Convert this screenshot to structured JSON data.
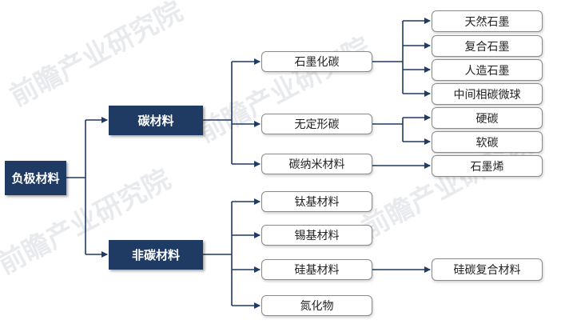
{
  "root": "负极材料",
  "level1": {
    "carbon": "碳材料",
    "non_carbon": "非碳材料"
  },
  "carbon_children": {
    "graphitized": "石墨化碳",
    "amorphous": "无定形碳",
    "nano": "碳纳米材料"
  },
  "graphite_types": [
    "天然石墨",
    "复合石墨",
    "人造石墨",
    "中间相碳微球"
  ],
  "amorphous_types": [
    "硬碳",
    "软碳"
  ],
  "nano_types": [
    "石墨烯"
  ],
  "non_carbon_children": [
    "钛基材料",
    "锡基材料",
    "硅基材料",
    "氮化物"
  ],
  "silicon_types": [
    "硅碳复合材料"
  ],
  "watermark": "前瞻产业研究院",
  "colors": {
    "dark": "#1f3a63",
    "line": "#1f3a63",
    "border": "#8a8a8a"
  }
}
